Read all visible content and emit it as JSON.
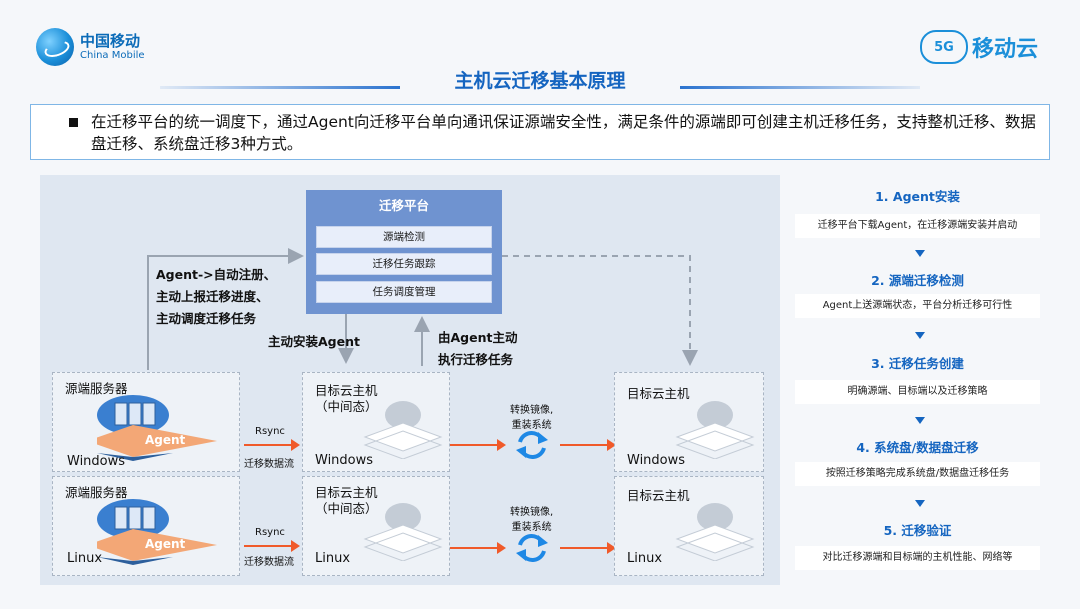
{
  "header": {
    "brand_cn": "中国移动",
    "brand_en": "China Mobile",
    "cloud_badge": "5G",
    "cloud_name": "移动云",
    "title": "主机云迁移基本原理"
  },
  "intro": {
    "text": "在迁移平台的统一调度下，通过Agent向迁移平台单向通讯保证源端安全性，满足条件的源端即可创建主机迁移任务，支持整机迁移、数据盘迁移、系统盘迁移3种方式。"
  },
  "platform": {
    "title": "迁移平台",
    "items": [
      "源端检测",
      "迁移任务跟踪",
      "任务调度管理"
    ]
  },
  "annotations": {
    "agent_notes": [
      "Agent->自动注册、",
      "主动上报迁移进度、",
      "主动调度迁移任务"
    ],
    "install_agent": "主动安装Agent",
    "agent_exec": [
      "由Agent主动",
      "执行迁移任务"
    ]
  },
  "rows": [
    {
      "source_label": "源端服务器",
      "agent_label": "Agent",
      "os": "Windows",
      "rsync": "Rsync",
      "flow": "迁移数据流",
      "mid_label": [
        "目标云主机",
        "（中间态）"
      ],
      "mid_os": "Windows",
      "convert": [
        "转换镜像,",
        "重装系统"
      ],
      "target_label": "目标云主机",
      "target_os": "Windows"
    },
    {
      "source_label": "源端服务器",
      "agent_label": "Agent",
      "os": "Linux",
      "rsync": "Rsync",
      "flow": "迁移数据流",
      "mid_label": [
        "目标云主机",
        "（中间态）"
      ],
      "mid_os": "Linux",
      "convert": [
        "转换镜像,",
        "重装系统"
      ],
      "target_label": "目标云主机",
      "target_os": "Linux"
    }
  ],
  "steps": [
    {
      "title": "1. Agent安装",
      "desc": "迁移平台下载Agent，在迁移源端安装并启动"
    },
    {
      "title": "2. 源端迁移检测",
      "desc": "Agent上送源端状态，平台分析迁移可行性"
    },
    {
      "title": "3. 迁移任务创建",
      "desc": "明确源端、目标端以及迁移策略"
    },
    {
      "title": "4. 系统盘/数据盘迁移",
      "desc": "按照迁移策略完成系统盘/数据盘迁移任务"
    },
    {
      "title": "5. 迁移验证",
      "desc": "对比迁移源端和目标端的主机性能、网络等"
    }
  ],
  "colors": {
    "accent": "#1565c0",
    "platform": "#6f93d0",
    "flow_arrow": "#f05a2a",
    "refresh_icon": "#1e88e5"
  },
  "icons": [
    "china-mobile-logo-icon",
    "mobile-cloud-logo-icon",
    "server-icon",
    "disk-stack-icon",
    "refresh-icon"
  ]
}
